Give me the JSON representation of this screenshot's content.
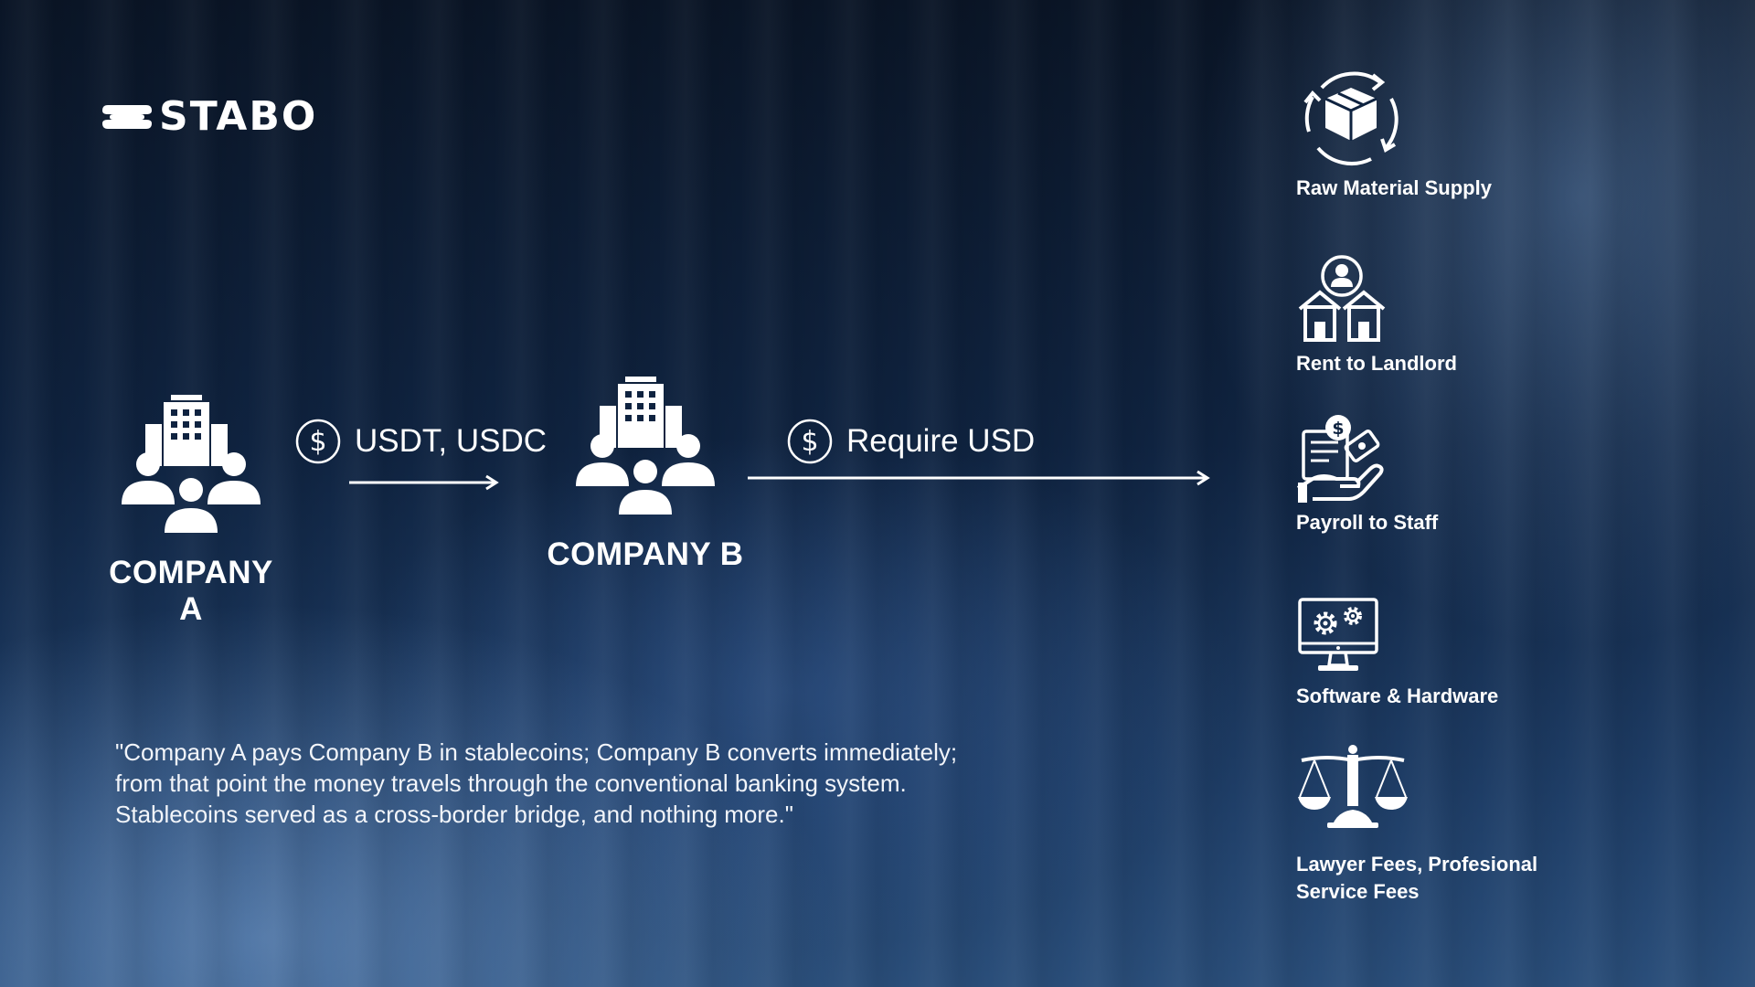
{
  "brand": {
    "name": "STABO"
  },
  "flow": {
    "company_a": "COMPANY A",
    "company_b": "COMPANY B",
    "payment_label": "USDT, USDC",
    "requirement_label": "Require USD"
  },
  "quote": {
    "lines": [
      "\"Company A pays Company B in stablecoins; Company B converts immediately;",
      "from that point the money travels through the conventional banking system.",
      "Stablecoins served as a cross-border bridge, and nothing more.\""
    ]
  },
  "expenses": [
    {
      "label": "Raw Material Supply",
      "icon": "box-cycle-icon"
    },
    {
      "label": "Rent to Landlord",
      "icon": "landlord-houses-icon"
    },
    {
      "label": "Payroll to Staff",
      "icon": "payroll-hand-icon"
    },
    {
      "label": "Software & Hardware",
      "icon": "computer-gears-icon"
    },
    {
      "label": "Lawyer Fees, Profesional",
      "label_line2": "Service Fees",
      "icon": "scales-icon"
    }
  ],
  "colors": {
    "text": "#ffffff",
    "background_dark": "#0a1526",
    "background_light": "#2a4e7a"
  }
}
